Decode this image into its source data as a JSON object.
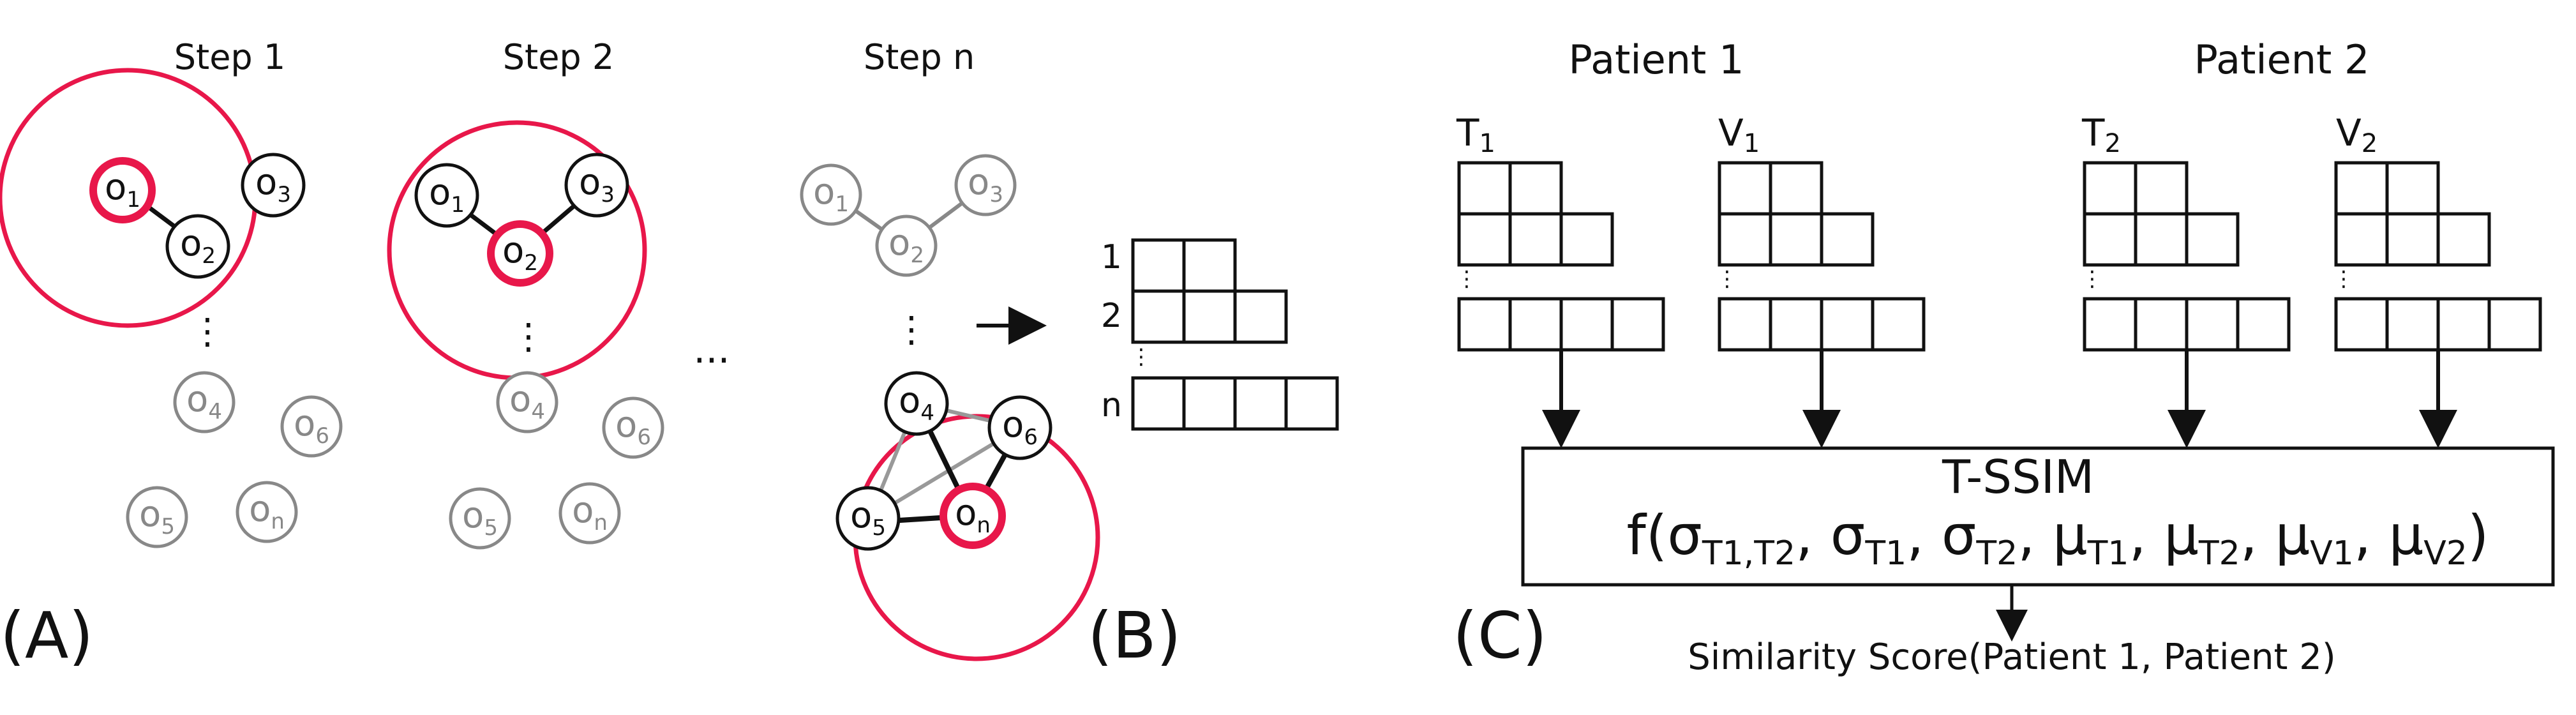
{
  "panelA": {
    "label": "(A)",
    "steps": [
      {
        "title": "Step 1"
      },
      {
        "title": "Step 2"
      },
      {
        "title": "Step n"
      }
    ],
    "ellipsis": "...",
    "vdots": "⋮",
    "nodes": {
      "o1": {
        "base": "o",
        "sub": "1"
      },
      "o2": {
        "base": "o",
        "sub": "2"
      },
      "o3": {
        "base": "o",
        "sub": "3"
      },
      "o4": {
        "base": "o",
        "sub": "4"
      },
      "o5": {
        "base": "o",
        "sub": "5"
      },
      "o6": {
        "base": "o",
        "sub": "6"
      },
      "on": {
        "base": "o",
        "sub": "n"
      }
    }
  },
  "panelB": {
    "label": "(B)",
    "rows": [
      "1",
      "2",
      "n"
    ],
    "vdots": "⋮"
  },
  "panelC": {
    "label": "(C)",
    "patient1": "Patient 1",
    "patient2": "Patient 2",
    "matrices": [
      {
        "base": "T",
        "sub": "1"
      },
      {
        "base": "V",
        "sub": "1"
      },
      {
        "base": "T",
        "sub": "2"
      },
      {
        "base": "V",
        "sub": "2"
      }
    ],
    "vdots": "⋮",
    "box_title": "T-SSIM",
    "formula": {
      "f_open": "f(",
      "terms": [
        {
          "base": "σ",
          "sub": "T1,T2"
        },
        {
          "base": "σ",
          "sub": "T1"
        },
        {
          "base": "σ",
          "sub": "T2"
        },
        {
          "base": "μ",
          "sub": "T1"
        },
        {
          "base": "μ",
          "sub": "T2"
        },
        {
          "base": "μ",
          "sub": "V1"
        },
        {
          "base": "μ",
          "sub": "V2"
        }
      ],
      "separator": ", ",
      "close": ")"
    },
    "output": "Similarity Score(Patient 1, Patient 2)"
  },
  "colors": {
    "highlight": "#e8174a",
    "grey": "#888888",
    "line": "#111111"
  }
}
